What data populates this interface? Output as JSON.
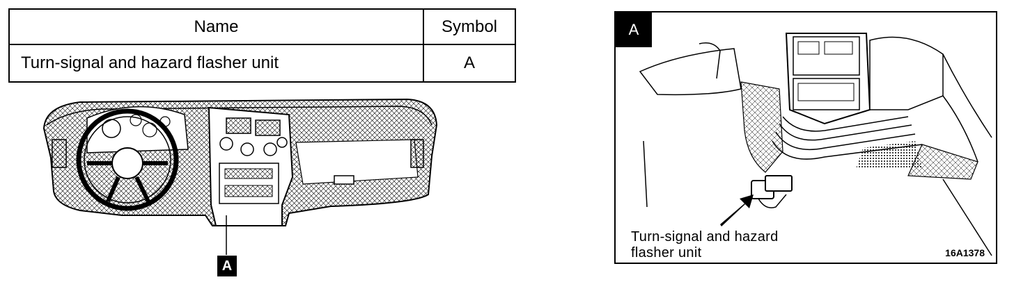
{
  "table": {
    "header_name": "Name",
    "header_symbol": "Symbol",
    "rows": [
      {
        "name": "Turn-signal and hazard flasher unit",
        "symbol": "A"
      }
    ]
  },
  "dashboard_marker": "A",
  "detail": {
    "marker": "A",
    "callout_line1": "Turn-signal and hazard",
    "callout_line2": "flasher unit",
    "figure_id": "16A1378"
  }
}
